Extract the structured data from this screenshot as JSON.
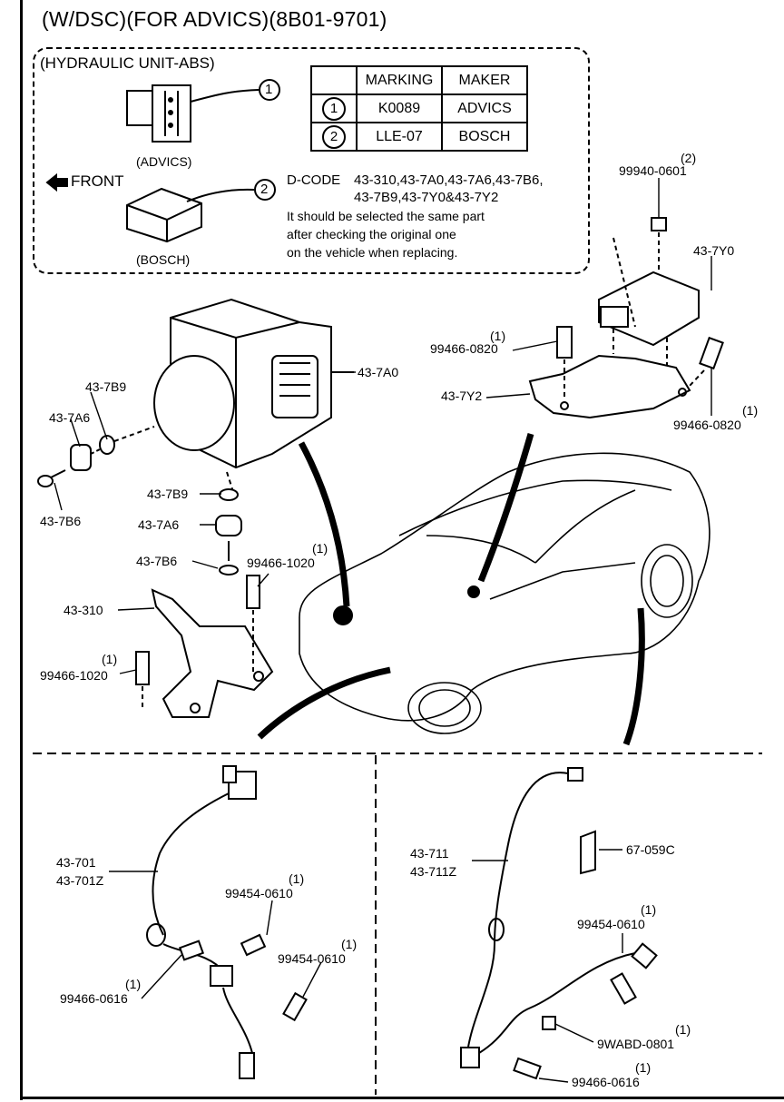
{
  "header": {
    "title": "(W/DSC)(FOR ADVICS)(8B01-9701)"
  },
  "callout": {
    "title": "(HYDRAULIC UNIT-ABS)",
    "advics_caption": "(ADVICS)",
    "bosch_caption": "(BOSCH)",
    "front_label": "FRONT",
    "marker_1": "1",
    "marker_2": "2",
    "table": {
      "headers": [
        "",
        "MARKING",
        "MAKER"
      ],
      "rows": [
        {
          "no": "1",
          "marking": "K0089",
          "maker": "ADVICS"
        },
        {
          "no": "2",
          "marking": "LLE-07",
          "maker": "BOSCH"
        }
      ]
    },
    "dcode_label": "D-CODE",
    "dcode_line1": "43-310,43-7A0,43-7A6,43-7B6,",
    "dcode_line2": "43-7B9,43-7Y0&43-7Y2",
    "note_line1": "It should be selected the same part",
    "note_line2": "after checking the original one",
    "note_line3": "on the vehicle when replacing."
  },
  "parts": {
    "p_43_7A0": "43-7A0",
    "p_43_7B9_a": "43-7B9",
    "p_43_7A6_a": "43-7A6",
    "p_43_7B6_a": "43-7B6",
    "p_43_7B9_b": "43-7B9",
    "p_43_7A6_b": "43-7A6",
    "p_43_7B6_b": "43-7B6",
    "p_99466_1020_a": "99466-1020",
    "p_99466_1020_a_qty": "(1)",
    "p_43_310": "43-310",
    "p_99466_1020_b": "99466-1020",
    "p_99466_1020_b_qty": "(1)",
    "p_99940_0601": "99940-0601",
    "p_99940_0601_qty": "(2)",
    "p_43_7Y0": "43-7Y0",
    "p_99466_0820_a": "99466-0820",
    "p_99466_0820_a_qty": "(1)",
    "p_43_7Y2": "43-7Y2",
    "p_99466_0820_b": "99466-0820",
    "p_99466_0820_b_qty": "(1)",
    "p_43_701": "43-701",
    "p_43_701Z": "43-701Z",
    "p_99454_0610_a": "99454-0610",
    "p_99454_0610_a_qty": "(1)",
    "p_99454_0610_b": "99454-0610",
    "p_99454_0610_b_qty": "(1)",
    "p_99466_0616_a": "99466-0616",
    "p_99466_0616_a_qty": "(1)",
    "p_43_711": "43-711",
    "p_43_711Z": "43-711Z",
    "p_67_059C": "67-059C",
    "p_99454_0610_c": "99454-0610",
    "p_99454_0610_c_qty": "(1)",
    "p_9WABD_0801": "9WABD-0801",
    "p_9WABD_0801_qty": "(1)",
    "p_99466_0616_b": "99466-0616",
    "p_99466_0616_b_qty": "(1)"
  }
}
